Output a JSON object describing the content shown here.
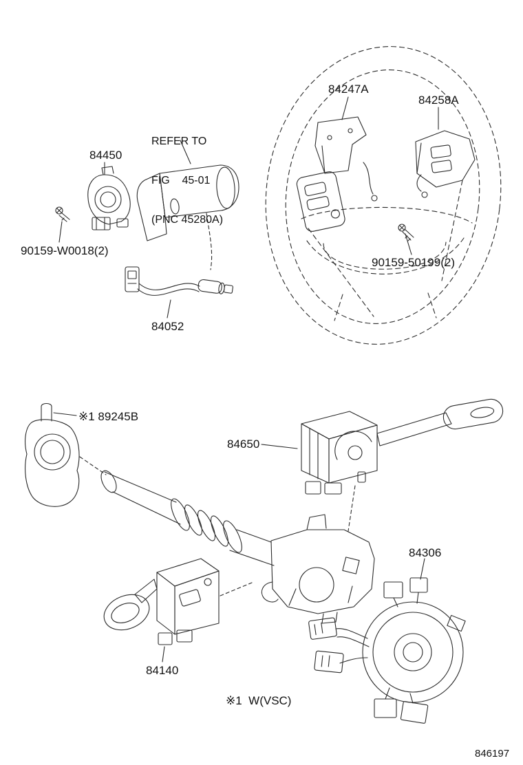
{
  "page": {
    "background": "#ffffff",
    "line_color": "#2a2a2a",
    "doc_number": "846197",
    "footnote": "※1  W(VSC)"
  },
  "labels": {
    "p84247a": "84247A",
    "p84258a": "84258A",
    "refer1": "REFER TO",
    "refer2": "FIG    45-01",
    "refer3": "(PNC 45280A)",
    "p84450": "84450",
    "screw_w0018": "90159-W0018(2)",
    "p84052": "84052",
    "screw_50199": "90159-50199(2)",
    "p89245b": "※1 89245B",
    "p84650": "84650",
    "p84306": "84306",
    "p84140": "84140"
  }
}
